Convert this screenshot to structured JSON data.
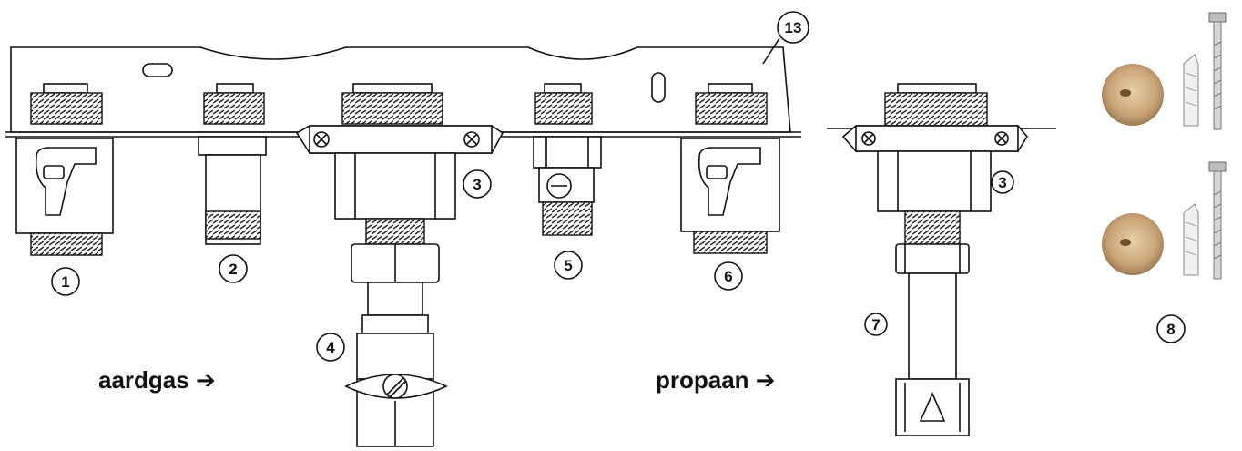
{
  "callouts": {
    "c1": "1",
    "c2": "2",
    "c3": "3",
    "c4": "4",
    "c5": "5",
    "c6": "6",
    "c7": "7",
    "c8": "8",
    "c13": "13",
    "c3b": "3"
  },
  "captions": {
    "natural_gas": "aardgas ➔",
    "propane": "propaan ➔"
  }
}
